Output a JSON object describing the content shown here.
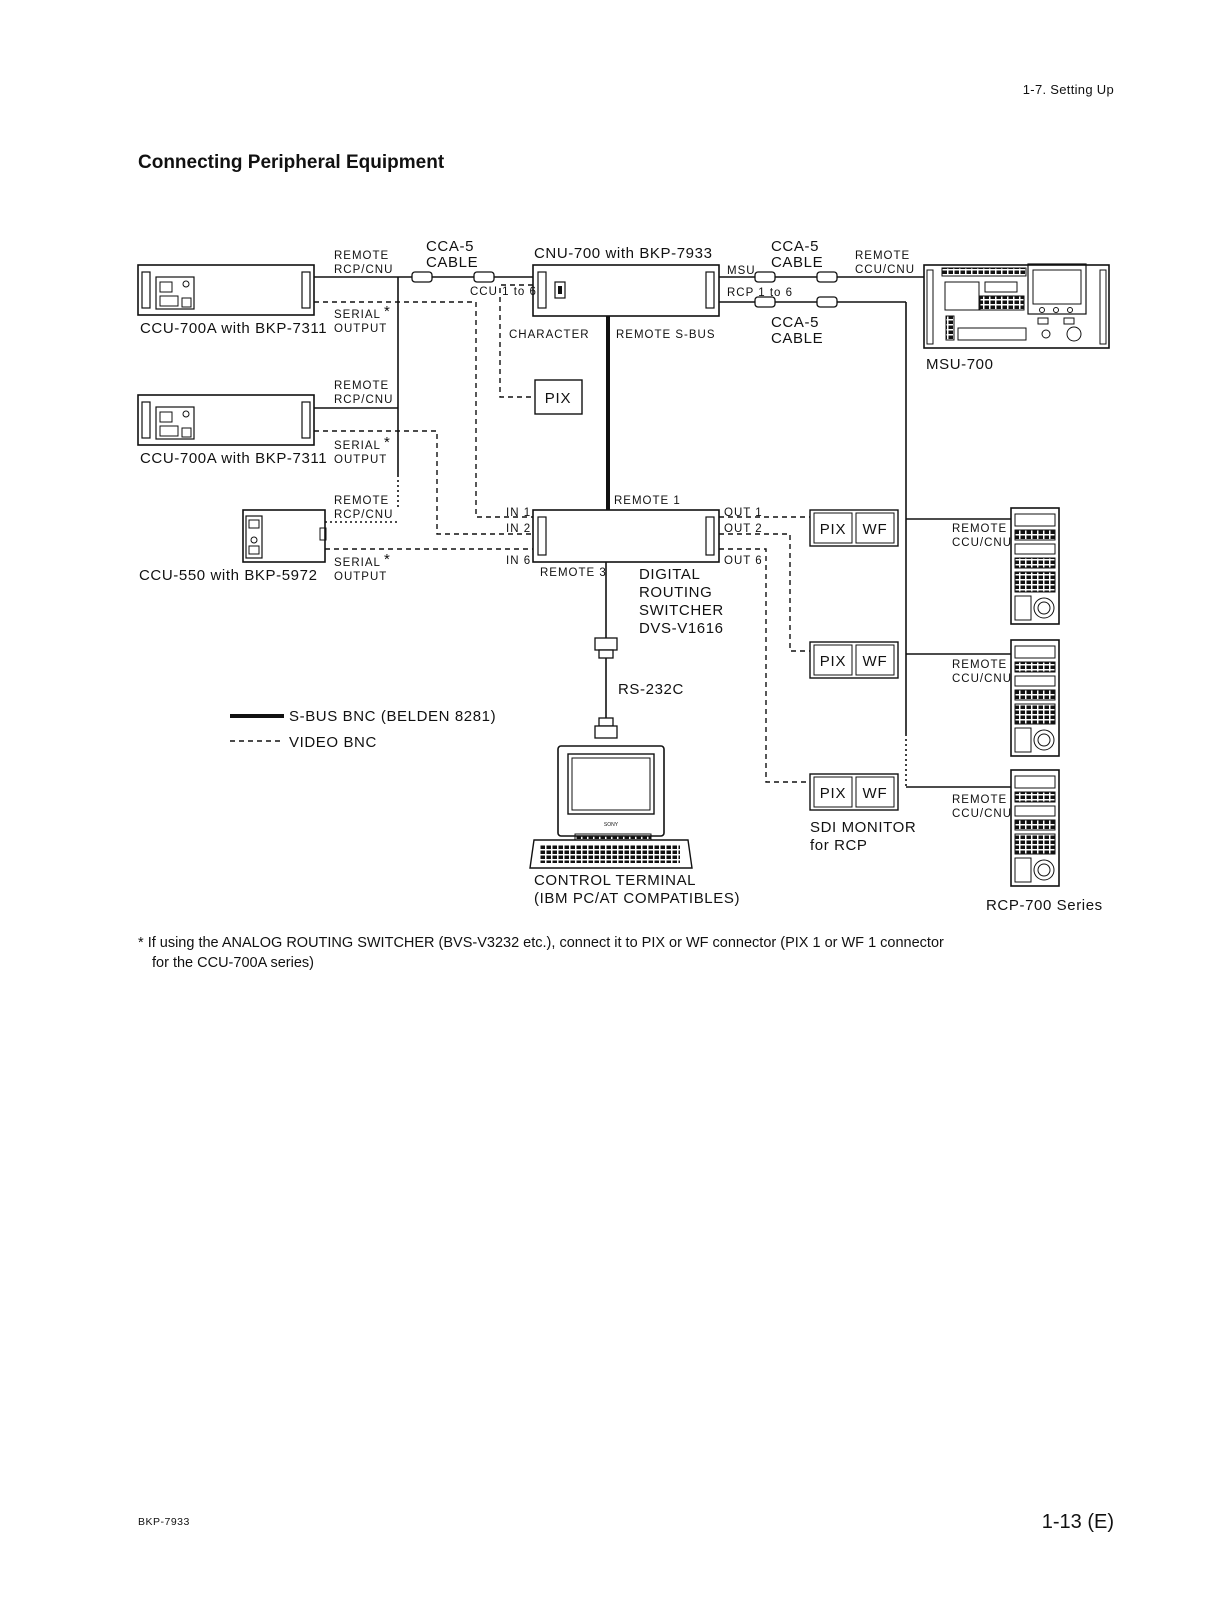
{
  "header": {
    "section": "1-7. Setting Up"
  },
  "title": "Connecting Peripheral Equipment",
  "diagram": {
    "devices": {
      "ccu1": "CCU-700A with  BKP-7311",
      "ccu2": "CCU-700A with  BKP-7311",
      "ccu3": "CCU-550 with BKP-5972",
      "cnu": "CNU-700 with  BKP-7933",
      "msu": "MSU-700",
      "switcher": [
        "DIGITAL",
        "ROUTING",
        "SWITCHER",
        "DVS-V1616"
      ],
      "terminal": [
        "CONTROL TERMINAL",
        "(IBM PC/AT COMPATIBLES)"
      ],
      "rcp_series": "RCP-700 Series",
      "sdi_monitor": [
        "SDI MONITOR",
        "for RCP"
      ],
      "monitor_brand": "SONY"
    },
    "cables": {
      "cca5_a": [
        "CCA-5",
        "CABLE"
      ],
      "cca5_b": [
        "CCA-5",
        "CABLE"
      ],
      "cca5_c": [
        "CCA-5",
        "CABLE"
      ],
      "rs232c": "RS-232C"
    },
    "ports": {
      "remote_rcp_cnu": [
        "REMOTE",
        "RCP/CNU"
      ],
      "serial_output": [
        "SERIAL",
        "OUTPUT"
      ],
      "serial_mark": "*",
      "remote_ccu_cnu": [
        "REMOTE",
        "CCU/CNU"
      ],
      "ccu_1_to_6": "CCU 1 to 6",
      "msu": "MSU",
      "rcp_1_to_6": "RCP 1 to 6",
      "character": "CHARACTER",
      "remote_sbus": "REMOTE S-BUS",
      "remote_1": "REMOTE 1",
      "remote_3": "REMOTE 3",
      "in_1": "IN 1",
      "in_2": "IN 2",
      "in_6": "IN 6",
      "out_1": "OUT 1",
      "out_2": "OUT 2",
      "out_6": "OUT 6",
      "pix": "PIX",
      "wf": "WF"
    },
    "legend": {
      "sbus": "S-BUS BNC (BELDEN 8281)",
      "video": "VIDEO BNC"
    }
  },
  "footnote": {
    "mark": "*",
    "line1": "If using the ANALOG ROUTING SWITCHER (BVS-V3232 etc.), connect it to PIX or WF connector (PIX 1 or WF 1 connector",
    "line2": "for the CCU-700A series)"
  },
  "footer": {
    "model": "BKP-7933",
    "page": "1-13 (E)"
  }
}
